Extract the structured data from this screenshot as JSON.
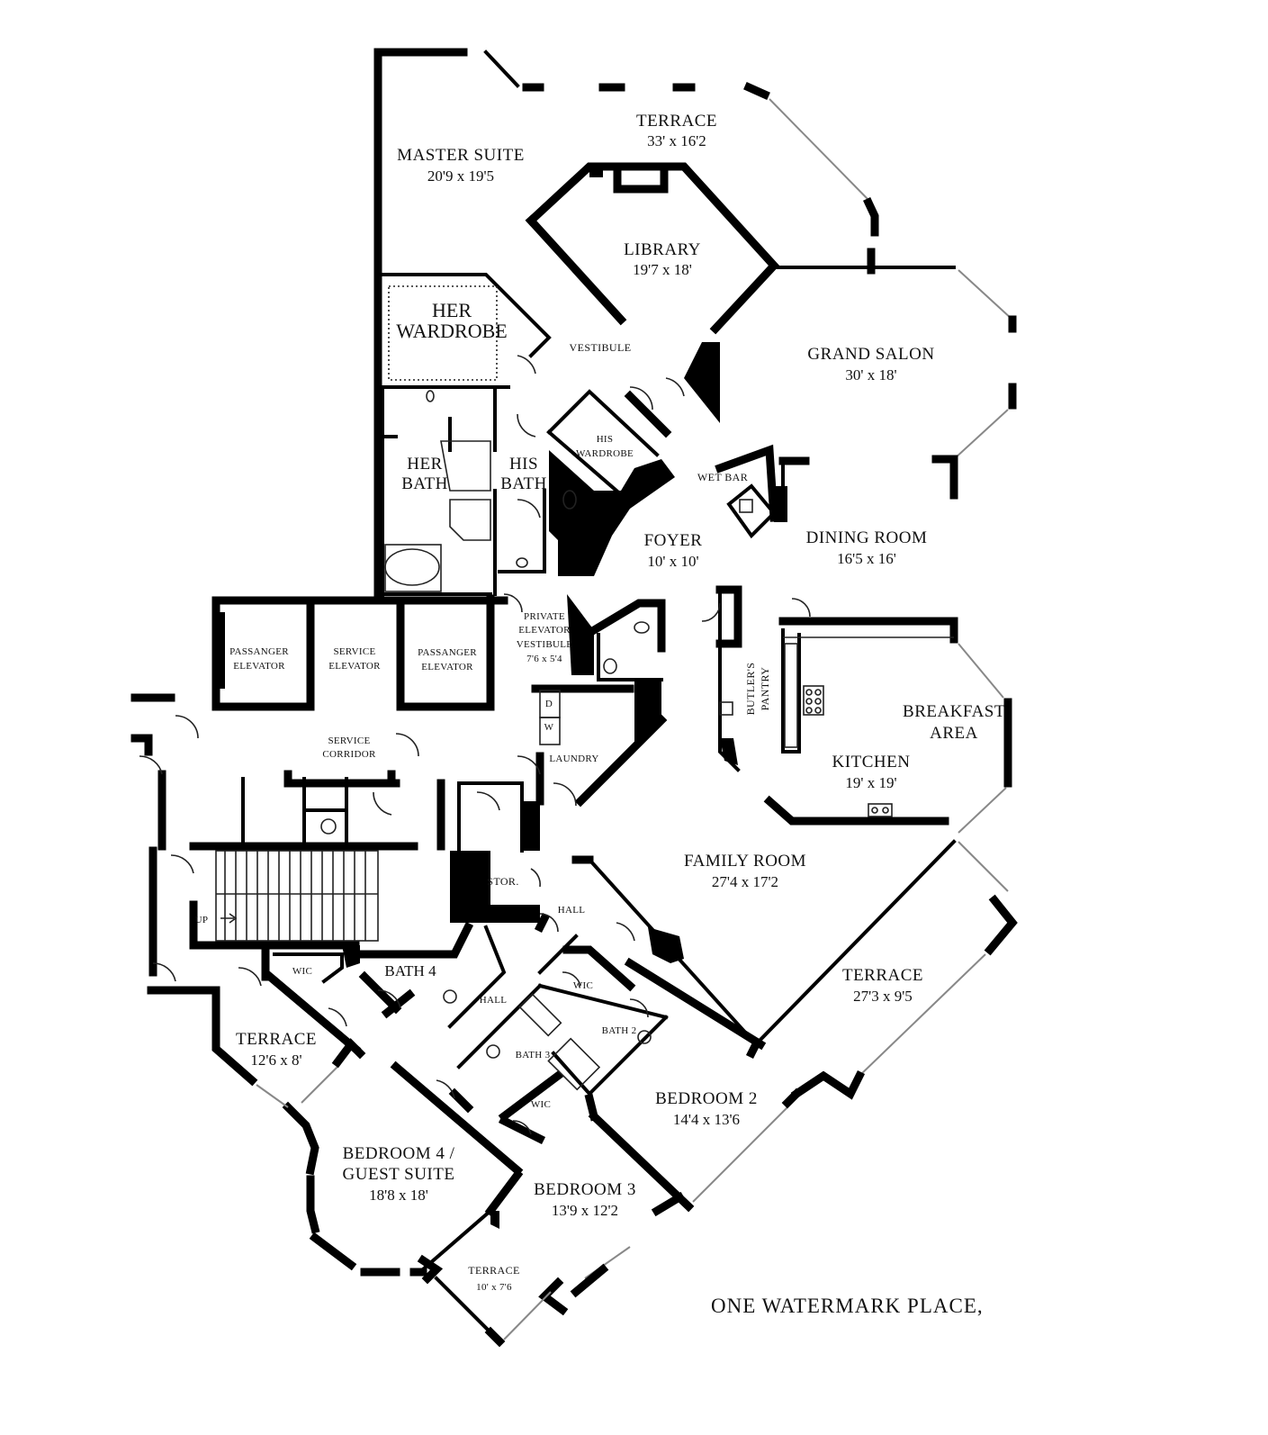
{
  "caption": "ONE WATERMARK PLACE,",
  "rooms": {
    "terrace_top": {
      "name": "TERRACE",
      "dims": "33' x 16'2"
    },
    "master_suite": {
      "name": "MASTER SUITE",
      "dims": "20'9 x 19'5"
    },
    "library": {
      "name": "LIBRARY",
      "dims": "19'7 x 18'"
    },
    "grand_salon": {
      "name": "GRAND SALON",
      "dims": "30' x 18'"
    },
    "her_wardrobe": {
      "name1": "HER",
      "name2": "WARDROBE"
    },
    "vestibule": {
      "name": "VESTIBULE"
    },
    "her_bath": {
      "name1": "HER",
      "name2": "BATH"
    },
    "his_bath": {
      "name1": "HIS",
      "name2": "BATH"
    },
    "his_wardrobe": {
      "name1": "HIS",
      "name2": "WARDROBE"
    },
    "wet_bar": {
      "name": "WET BAR"
    },
    "foyer": {
      "name": "FOYER",
      "dims": "10' x 10'"
    },
    "dining_room": {
      "name": "DINING ROOM",
      "dims": "16'5 x 16'"
    },
    "passanger_elevator_1": {
      "name1": "PASSANGER",
      "name2": "ELEVATOR"
    },
    "service_elevator": {
      "name1": "SERVICE",
      "name2": "ELEVATOR"
    },
    "passanger_elevator_2": {
      "name1": "PASSANGER",
      "name2": "ELEVATOR"
    },
    "private_elevator_vestibule": {
      "name1": "PRIVATE",
      "name2": "ELEVATOR",
      "name3": "VESTIBULE",
      "dims": "7'6 x 5'4"
    },
    "butlers_pantry": {
      "name1": "BUTLER'S",
      "name2": "PANTRY"
    },
    "breakfast_area": {
      "name1": "BREAKFAST",
      "name2": "AREA"
    },
    "kitchen": {
      "name": "KITCHEN",
      "dims": "19' x 19'"
    },
    "service_corridor": {
      "name1": "SERVICE",
      "name2": "CORRIDOR"
    },
    "laundry": {
      "name": "LAUNDRY",
      "d": "D",
      "w": "W"
    },
    "family_room": {
      "name": "FAMILY ROOM",
      "dims": "27'4 x 17'2"
    },
    "stor": {
      "name": "STOR."
    },
    "hall_1": {
      "name": "HALL"
    },
    "up": {
      "name": "UP"
    },
    "wic_1": {
      "name": "WIC"
    },
    "bath4": {
      "name": "BATH 4"
    },
    "hall_2": {
      "name": "HALL"
    },
    "wic_2": {
      "name": "WIC"
    },
    "bath2": {
      "name": "BATH 2"
    },
    "bath3": {
      "name": "BATH 3"
    },
    "wic_3": {
      "name": "WIC"
    },
    "terrace_right": {
      "name": "TERRACE",
      "dims": "27'3 x 9'5"
    },
    "terrace_left": {
      "name": "TERRACE",
      "dims": "12'6 x 8'"
    },
    "bedroom2": {
      "name": "BEDROOM 2",
      "dims": "14'4 x 13'6"
    },
    "bedroom4": {
      "name1": "BEDROOM 4 /",
      "name2": "GUEST SUITE",
      "dims": "18'8 x 18'"
    },
    "bedroom3": {
      "name": "BEDROOM 3",
      "dims": "13'9 x 12'2"
    },
    "terrace_bottom": {
      "name": "TERRACE",
      "dims": "10' x 7'6"
    }
  }
}
